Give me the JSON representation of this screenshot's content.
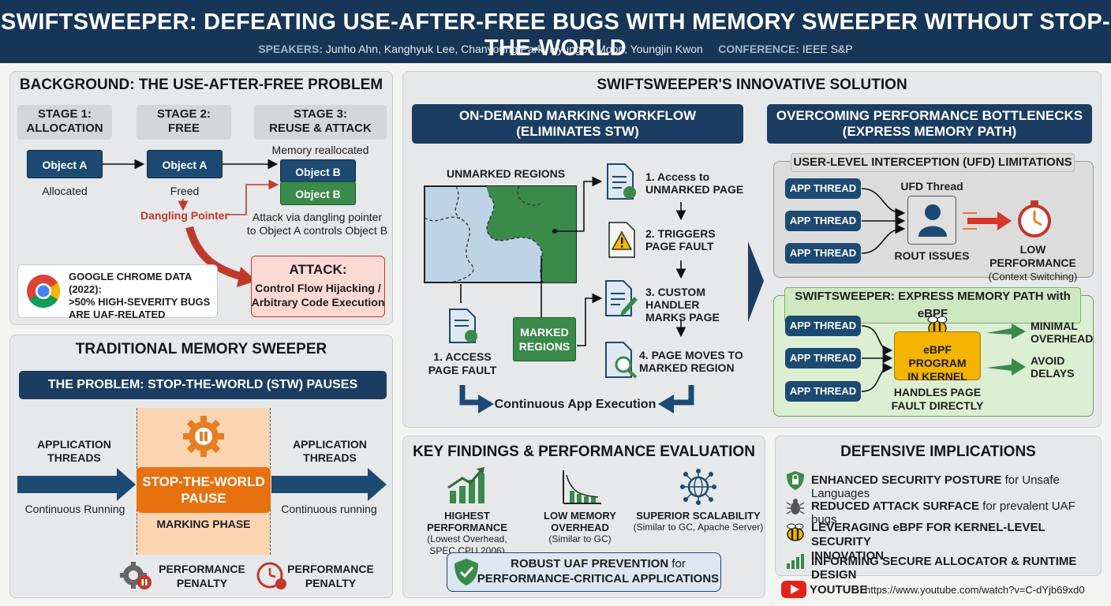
{
  "header": {
    "title": "SWIFTSWEEPER: DEFEATING USE-AFTER-FREE BUGS WITH MEMORY SWEEPER WITHOUT STOP-THE-WORLD",
    "speakers_label": "SPEAKERS:",
    "speakers": "Junho Ahn, Kanghyuk Lee, Chanyoung Park, Hyungon Moon, Youngjin Kwon",
    "conference_label": "CONFERENCE:",
    "conference": "IEEE S&P"
  },
  "background": {
    "title": "BACKGROUND: THE USE-AFTER-FREE PROBLEM",
    "stage1_a": "STAGE 1:",
    "stage1_b": "ALLOCATION",
    "stage2_a": "STAGE 2:",
    "stage2_b": "FREE",
    "stage3_a": "STAGE 3:",
    "stage3_b": "REUSE & ATTACK",
    "obj_a1": "Object A",
    "obj_a2": "Object A",
    "obj_b1": "Object B",
    "obj_b2": "Object B",
    "allocated": "Allocated",
    "freed": "Freed",
    "memory_reallocated": "Memory reallocated",
    "dangling": "Dangling Pointer",
    "attack_note_1": "Attack via dangling pointer",
    "attack_note_2": "to Object A controls Object B",
    "chrome_1": "GOOGLE CHROME DATA (2022):",
    "chrome_2": ">50% HIGH-SEVERITY BUGS",
    "chrome_3": "ARE UAF-RELATED",
    "attack_title": "ATTACK:",
    "attack_1": "Control Flow Hijacking /",
    "attack_2": "Arbitrary Code Execution"
  },
  "traditional": {
    "title": "TRADITIONAL MEMORY SWEEPER",
    "problem": "THE PROBLEM: STOP-THE-WORLD (STW) PAUSES",
    "app_l1": "APPLICATION",
    "app_l2": "THREADS",
    "app_r1": "APPLICATION",
    "app_r2": "THREADS",
    "cont_left": "Continuous Running",
    "cont_right": "Continuous running",
    "stw_1": "STOP-THE-WORLD",
    "stw_2": "PAUSE",
    "marking": "MARKING PHASE",
    "pen1_a": "PERFORMANCE",
    "pen1_b": "PENALTY",
    "pen2_a": "PERFORMANCE",
    "pen2_b": "PENALTY"
  },
  "solution": {
    "title": "SWIFTSWEEPER'S INNOVATIVE SOLUTION",
    "odm_1": "ON-DEMAND MARKING WORKFLOW",
    "odm_2": "(ELIMINATES STW)",
    "unmarked": "UNMARKED REGIONS",
    "marked_1": "MARKED",
    "marked_2": "REGIONS",
    "step1_a": "1. Access to",
    "step1_b": "UNMARKED PAGE",
    "step2_a": "2. TRIGGERS",
    "step2_b": "PAGE FAULT",
    "step3_a": "3. CUSTOM HANDLER",
    "step3_b": "MARKS PAGE",
    "step4_a": "4. PAGE MOVES TO",
    "step4_b": "MARKED REGION",
    "access_a": "1. ACCESS",
    "access_b": "PAGE FAULT",
    "continuous": "Continuous App Execution",
    "perf_1": "OVERCOMING PERFORMANCE BOTTLENECKS",
    "perf_2": "(EXPRESS MEMORY PATH)",
    "ufd_title": "USER-LEVEL INTERCEPTION (UFD) LIMITATIONS",
    "ufd_threads": [
      "APP THREAD",
      "APP THREAD",
      "APP THREAD"
    ],
    "ufd_thread": "UFD Thread",
    "rout": "ROUT ISSUES",
    "lowperf_1": "LOW PERFORMANCE",
    "lowperf_2": "(Context Switching)",
    "ebpf_title": "SWIFTSWEEPER: EXPRESS MEMORY PATH with eBPF",
    "ebpf_threads": [
      "APP THREAD",
      "APP THREAD",
      "APP THREAD"
    ],
    "ebpf_prog_1": "eBPF PROGRAM",
    "ebpf_prog_2": "IN KERNEL",
    "handles_1": "HANDLES PAGE",
    "handles_2": "FAULT DIRECTLY",
    "minimal_1": "MINIMAL",
    "minimal_2": "OVERHEAD",
    "avoid_1": "AVOID",
    "avoid_2": "DELAYS"
  },
  "findings": {
    "title": "KEY FINDINGS & PERFORMANCE EVALUATION",
    "f1_a": "HIGHEST PERFORMANCE",
    "f1_b": "(Lowest Overhead,",
    "f1_c": "SPEC CPU 2006)",
    "f2_a": "LOW MEMORY",
    "f2_b": "OVERHEAD",
    "f2_c": "(Similar to GC)",
    "f3_a": "SUPERIOR SCALABILITY",
    "f3_b": "(Similar to GC, Apache Server)",
    "robust_1a": "ROBUST UAF PREVENTION",
    "robust_1b": " for",
    "robust_2": "PERFORMANCE-CRITICAL APPLICATIONS"
  },
  "defensive": {
    "title": "DEFENSIVE IMPLICATIONS",
    "i1_b": "ENHANCED SECURITY POSTURE",
    "i1_n": " for Unsafe Languages",
    "i2_b": "REDUCED ATTACK SURFACE",
    "i2_n": " for prevalent UAF bugs",
    "i3_a": "LEVERAGING eBPF FOR KERNEL-LEVEL SECURITY",
    "i3_b": "INNOVATION",
    "i4": "INFORMING SECURE ALLOCATOR & RUNTIME DESIGN",
    "youtube": "YOUTUBE",
    "url": "https://www.youtube.com/watch?v=C-dYjb69xd0"
  },
  "colors": {
    "navy": "#173657",
    "orange": "#e67e22",
    "green": "#3a8a4a",
    "red": "#c0392b"
  }
}
